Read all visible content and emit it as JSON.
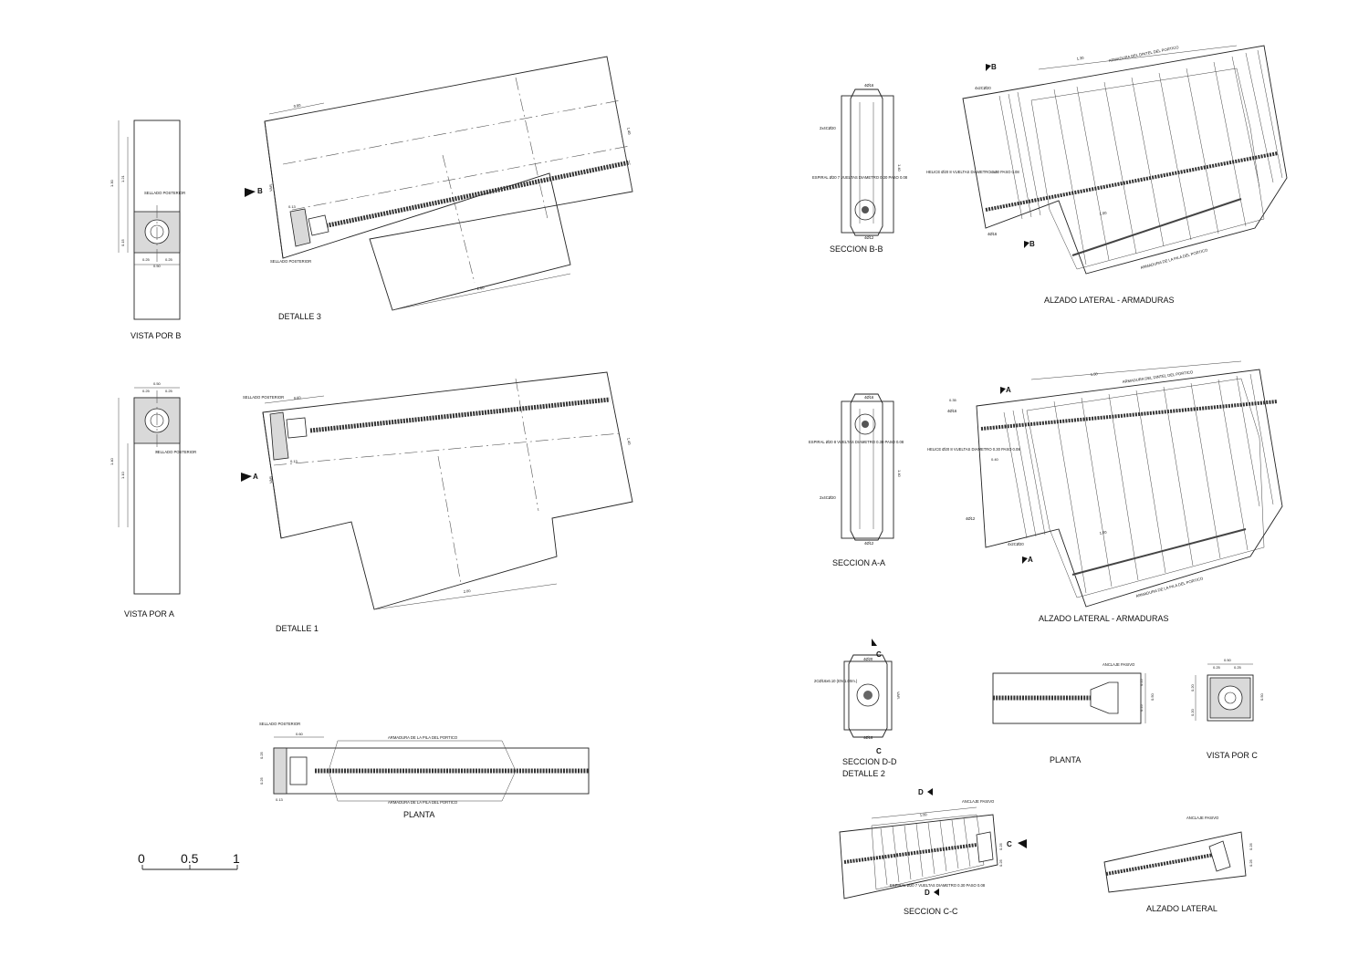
{
  "titles": {
    "vista_por_b": "VISTA POR B",
    "detalle_3": "DETALLE 3",
    "vista_por_a": "VISTA POR A",
    "detalle_1": "DETALLE 1",
    "planta_left": "PLANTA",
    "seccion_bb": "SECCION B-B",
    "alzado_lateral_armaduras_top": "ALZADO LATERAL - ARMADURAS",
    "seccion_aa": "SECCION A-A",
    "alzado_lateral_armaduras_mid": "ALZADO LATERAL - ARMADURAS",
    "seccion_dd": "SECCION D-D",
    "detalle_2": "DETALLE 2",
    "planta_right": "PLANTA",
    "vista_por_c": "VISTA POR C",
    "seccion_cc": "SECCION C-C",
    "alzado_lateral": "ALZADO LATERAL"
  },
  "notes": {
    "sellado_posterior": "SELLADO POSTERIOR",
    "armadura_pila": "ARMADURA DE LA PILA DEL PORTICO",
    "armadura_dintel": "ARMADURA DEL DINTEL DEL PORTICO",
    "anclaje_pasivo": "ANCLAJE PASIVO",
    "espiral_bb": "ESPIRAL Ø20 7 VUELTAS DIAMETRO 0.30 PASO 0.08",
    "espiral_aa": "ESPIRAL Ø20 8 VUELTAS DIAMETRO 0.30 PASO 0.08",
    "helice_top": "HELICE Ø20 8 VUELTAS DIAMETRO 0.30 PASO 0.08",
    "helice_mid": "HELICE Ø20 8 VUELTAS DIAMETRO 0.30 PASO 0.08",
    "cercos_bb": "2x4CØ20",
    "cercos_aa": "2x4CØ20",
    "cercos_top": "4x2CØ20",
    "cercos_mid": "4x2CØ20",
    "bar_4o16": "4Ø16",
    "bar_4o12": "4Ø12",
    "dd_bars": "2CØ16x6.10 (EN 1.00m.)",
    "dd_top": "4Ø20",
    "dd_bottom": "4Ø16",
    "espiral_cc": "ESPIRAL Ø20 7 VUELTAS DIAMETRO 0.30 PASO 0.08"
  },
  "section_marks": {
    "a": "A",
    "b": "B",
    "c": "C",
    "d": "D"
  },
  "dimensions": {
    "d_050": "0.50",
    "d_025": "0.25",
    "d_060": "0.60",
    "d_100": "1.00",
    "d_150": "1.50",
    "d_200": "2.00",
    "d_130": "1.30",
    "d_140": "1.40",
    "d_121": "1.21",
    "d_110": "1.10",
    "d_015": "0.15",
    "d_013": "0.13",
    "d_020": "0.20",
    "d_035": "0.35",
    "d_040": "0.40",
    "d_var": "VAR."
  },
  "scale_bar": {
    "labels": [
      "0",
      "0.5",
      "1"
    ]
  }
}
